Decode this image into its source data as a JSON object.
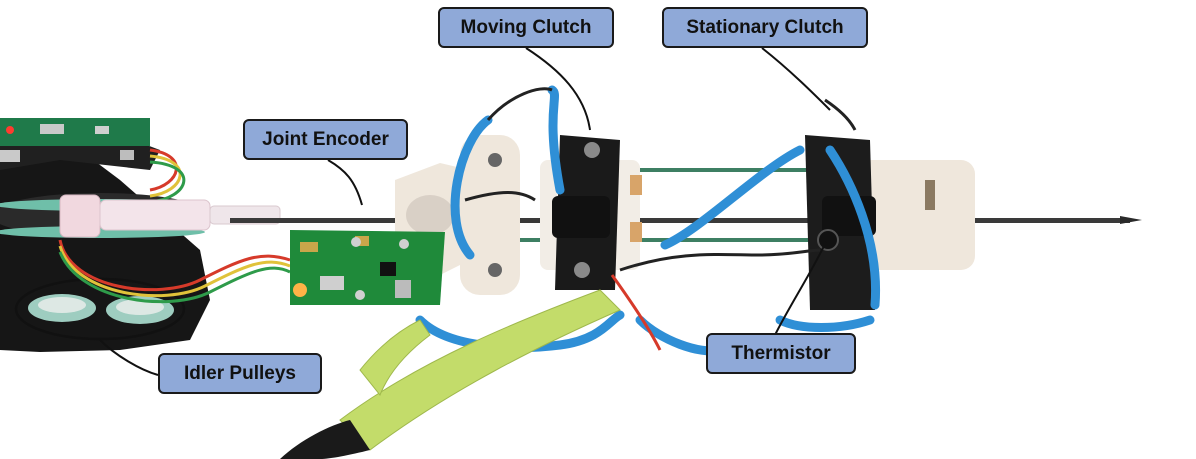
{
  "labels": {
    "moving_clutch": "Moving Clutch",
    "stationary_clutch": "Stationary Clutch",
    "joint_encoder": "Joint Encoder",
    "idler_pulleys": "Idler Pulleys",
    "thermistor": "Thermistor"
  },
  "colors": {
    "callout_fill": "#8fa9d8",
    "callout_border": "#1a1a1a",
    "wire_blue": "#2f8fd6",
    "tape_green": "#c3dc6a",
    "pcb_green": "#1f8a3a"
  }
}
